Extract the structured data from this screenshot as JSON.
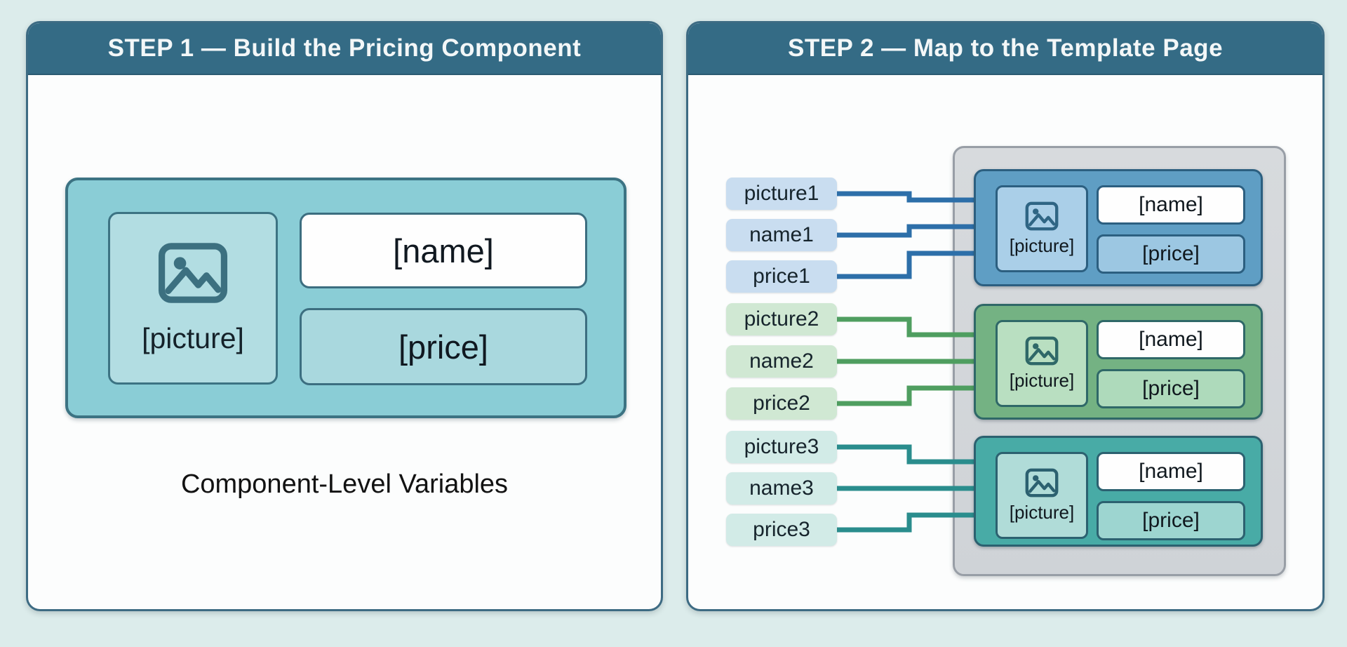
{
  "step1": {
    "title": "STEP 1 — Build the Pricing Component",
    "caption": "Component-Level Variables",
    "component": {
      "picture_label": "[picture]",
      "name_label": "[name]",
      "price_label": "[price]"
    }
  },
  "step2": {
    "title": "STEP 2 — Map to the Template Page",
    "variables": [
      {
        "label": "picture1",
        "group": "blue"
      },
      {
        "label": "name1",
        "group": "blue"
      },
      {
        "label": "price1",
        "group": "blue"
      },
      {
        "label": "picture2",
        "group": "green"
      },
      {
        "label": "name2",
        "group": "green"
      },
      {
        "label": "price2",
        "group": "green"
      },
      {
        "label": "picture3",
        "group": "teal"
      },
      {
        "label": "name3",
        "group": "teal"
      },
      {
        "label": "price3",
        "group": "teal"
      }
    ],
    "cards": [
      {
        "theme": "blue",
        "picture_label": "[picture]",
        "name_label": "[name]",
        "price_label": "[price]"
      },
      {
        "theme": "green",
        "picture_label": "[picture]",
        "name_label": "[name]",
        "price_label": "[price]"
      },
      {
        "theme": "teal",
        "picture_label": "[picture]",
        "name_label": "[name]",
        "price_label": "[price]"
      }
    ]
  },
  "colors": {
    "page_background": "#dceceb",
    "panel_border": "#3d6b83",
    "header_background": "#346b85",
    "component_fill": "#8acdd6",
    "template_page_fill": "#d3d6da",
    "card_blue": "#5f9ec4",
    "card_green": "#74b283",
    "card_teal": "#48aba6",
    "connector_blue": "#2d6fa9",
    "connector_green": "#4f9e60",
    "connector_teal": "#2a8d8d"
  }
}
